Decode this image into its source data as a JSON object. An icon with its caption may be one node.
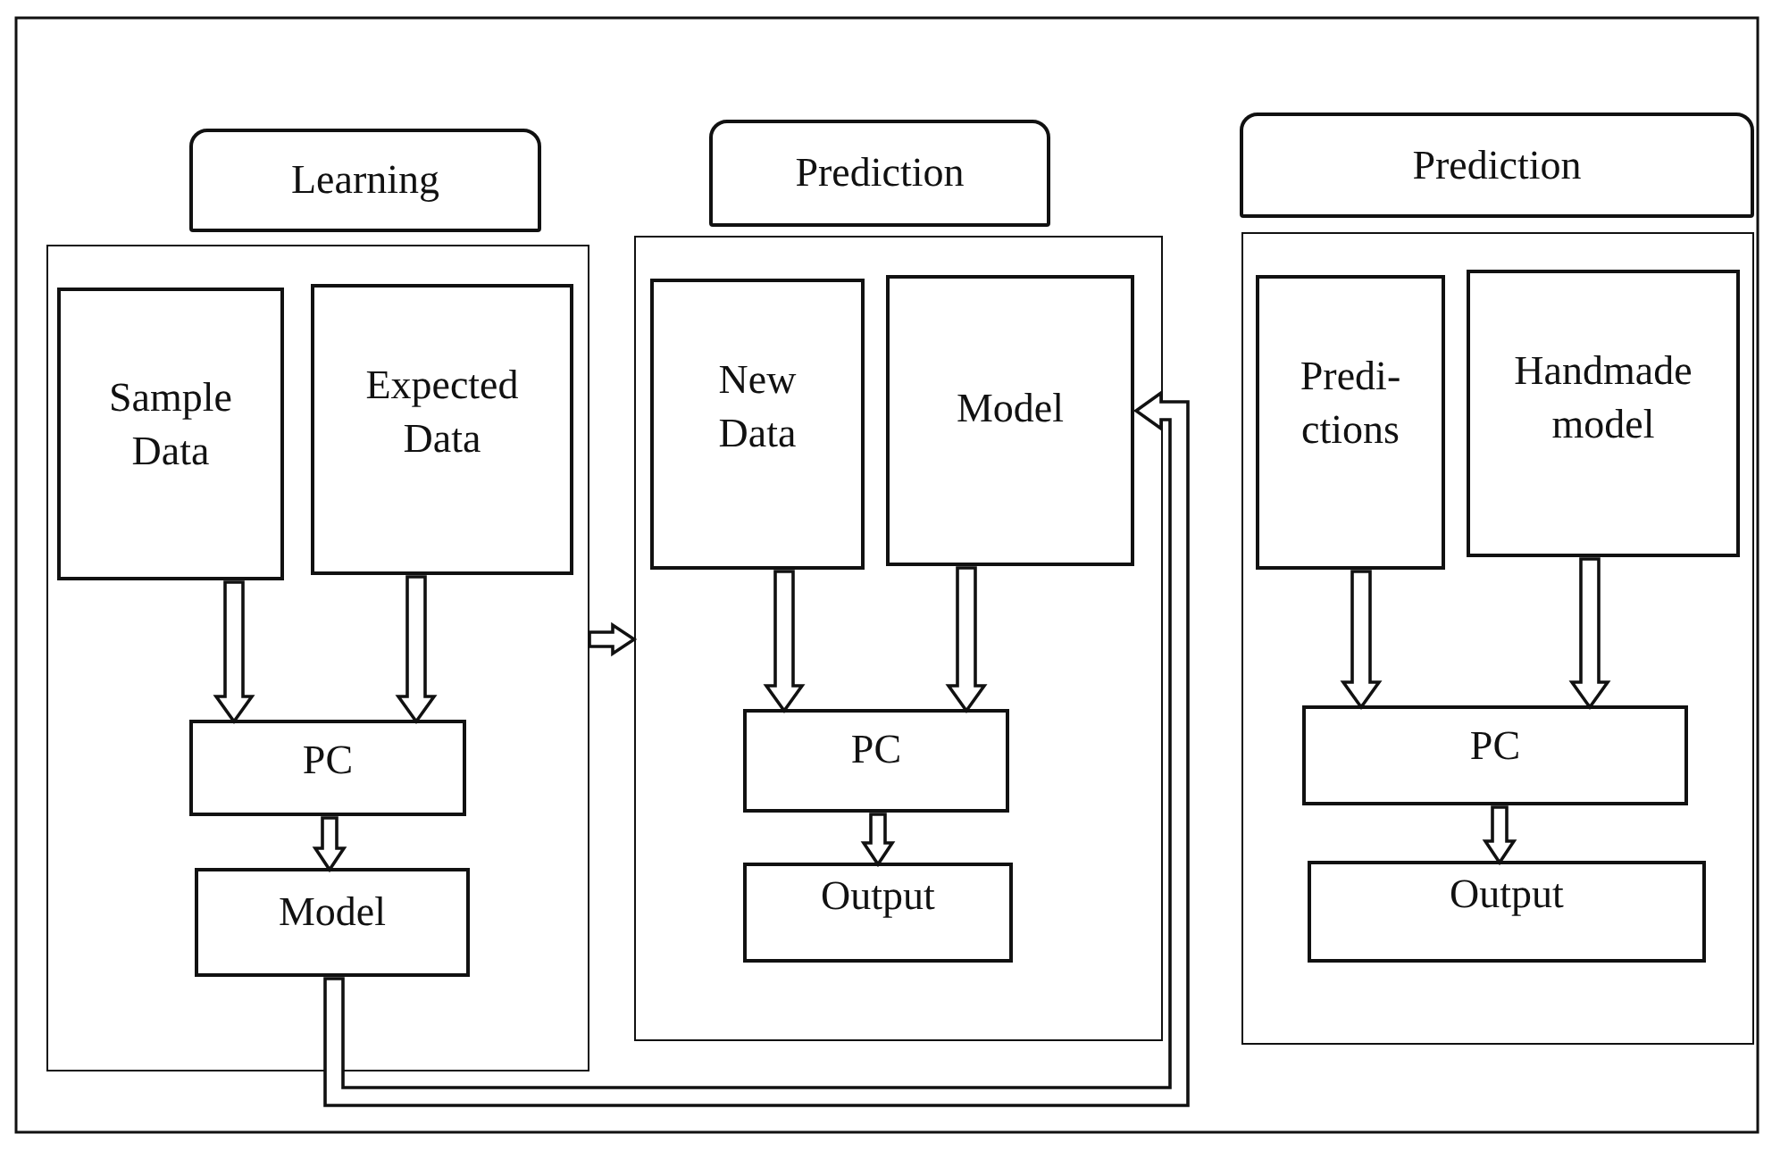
{
  "diagram": {
    "nodes": [
      {
        "text": [
          "Learning"
        ]
      },
      {
        "text": [],
        "shape": "box"
      },
      {
        "text": [
          "Sample Data"
        ],
        "in": 1
      },
      {
        "text": [
          "Expected Data"
        ],
        "in": 1
      },
      {
        "text": [
          "PC"
        ],
        "in": 1
      },
      {
        "text": [
          "Model"
        ],
        "in": 1
      },
      {
        "text": [
          "Prediction"
        ]
      },
      {
        "text": [],
        "shape": "box"
      },
      {
        "text": [
          "New Data"
        ],
        "in": 7
      },
      {
        "text": [
          "Model"
        ],
        "in": 7
      },
      {
        "text": [
          "PC"
        ],
        "in": 7
      },
      {
        "text": [
          "Output"
        ],
        "in": 7
      },
      {
        "text": [
          "Prediction"
        ]
      },
      {
        "text": [],
        "shape": "box"
      },
      {
        "text": [
          "Predi- ctions"
        ],
        "in": 13
      },
      {
        "text": [
          "Handmade model"
        ],
        "in": 13
      },
      {
        "text": [
          "PC"
        ],
        "in": 13
      },
      {
        "text": [
          "Output"
        ],
        "in": 13
      }
    ],
    "edges": [
      {
        "from": 2,
        "to": 4,
        "arrow": "to"
      },
      {
        "from": 3,
        "to": 4,
        "arrow": "to"
      },
      {
        "from": 4,
        "to": 5,
        "arrow": "to"
      },
      {
        "from": 1,
        "to": 7,
        "arrow": "to"
      },
      {
        "from": 5,
        "to": 9,
        "arrow": "to"
      },
      {
        "from": 8,
        "to": 10,
        "arrow": "to"
      },
      {
        "from": 9,
        "to": 10,
        "arrow": "to"
      },
      {
        "from": 10,
        "to": 11,
        "arrow": "to"
      },
      {
        "from": 14,
        "to": 16,
        "arrow": "to"
      },
      {
        "from": 15,
        "to": 16,
        "arrow": "to"
      },
      {
        "from": 16,
        "to": 17,
        "arrow": "to"
      }
    ]
  }
}
